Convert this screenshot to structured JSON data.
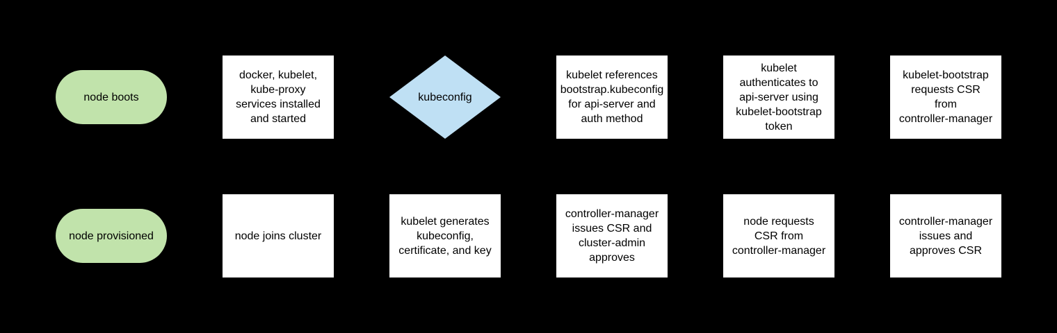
{
  "flowchart": {
    "background_color": "#000000",
    "colors": {
      "terminator_fill": "#c1e3ab",
      "process_fill": "#ffffff",
      "decision_fill": "#bfe0f4",
      "label_text": "#000000"
    },
    "row1": [
      {
        "id": "node-boots",
        "shape": "terminator",
        "label": "node boots"
      },
      {
        "id": "services-installed",
        "shape": "process",
        "label": "docker, kubelet,\nkube-proxy\nservices installed\nand started"
      },
      {
        "id": "kubeconfig-decision",
        "shape": "decision",
        "label": "kubeconfig"
      },
      {
        "id": "kubelet-references-bootstrap-kubeconfig",
        "shape": "process",
        "label": "kubelet references\nbootstrap.kubeconfig\nfor api-server and\nauth method"
      },
      {
        "id": "kubelet-authenticates",
        "shape": "process",
        "label": "kubelet\nauthenticates to\napi-server using\nkubelet-bootstrap\ntoken"
      },
      {
        "id": "kubelet-bootstrap-requests-csr",
        "shape": "process",
        "label": "kubelet-bootstrap\nrequests CSR\nfrom\ncontroller-manager"
      }
    ],
    "row2": [
      {
        "id": "node-provisioned",
        "shape": "terminator",
        "label": "node provisioned"
      },
      {
        "id": "node-joins-cluster",
        "shape": "process",
        "label": "node joins cluster"
      },
      {
        "id": "kubelet-generates-kubeconfig",
        "shape": "process",
        "label": "kubelet generates\nkubeconfig,\ncertificate, and key"
      },
      {
        "id": "controller-manager-issues-csr-cluster-admin-approves",
        "shape": "process",
        "label": "controller-manager\nissues CSR and\ncluster-admin\napproves"
      },
      {
        "id": "node-requests-csr",
        "shape": "process",
        "label": "node requests\nCSR from\ncontroller-manager"
      },
      {
        "id": "controller-manager-issues-and-approves-csr",
        "shape": "process",
        "label": "controller-manager\nissues and\napproves CSR"
      }
    ]
  }
}
